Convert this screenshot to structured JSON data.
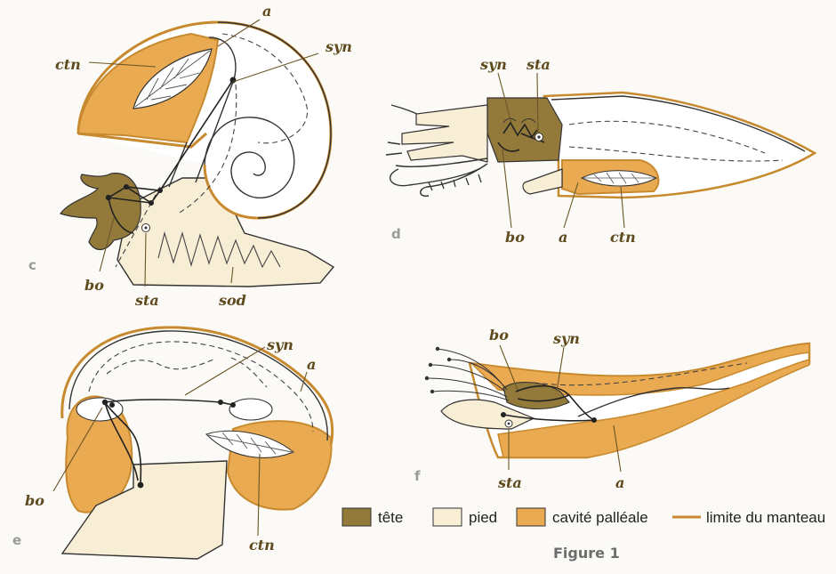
{
  "colors": {
    "tete": "#937a3b",
    "pied": "#f8eed6",
    "cavite": "#eaaa52",
    "manteau": "#c88a2e",
    "nerve": "#222222"
  },
  "panels": {
    "c": {
      "letter": "c",
      "labels": {
        "a": "a",
        "ctn": "ctn",
        "syn": "syn",
        "bo": "bo",
        "sta": "sta",
        "sod": "sod"
      }
    },
    "d": {
      "letter": "d",
      "labels": {
        "syn": "syn",
        "sta": "sta",
        "bo": "bo",
        "a": "a",
        "ctn": "ctn"
      }
    },
    "e": {
      "letter": "e",
      "labels": {
        "syn": "syn",
        "a": "a",
        "bo": "bo",
        "ctn": "ctn"
      }
    },
    "f": {
      "letter": "f",
      "labels": {
        "bo": "bo",
        "syn": "syn",
        "sta": "sta",
        "a": "a"
      }
    }
  },
  "legend": {
    "tete": "tête",
    "pied": "pied",
    "cavite": "cavité palléale",
    "manteau": "limite du manteau"
  },
  "caption": "Figure 1"
}
